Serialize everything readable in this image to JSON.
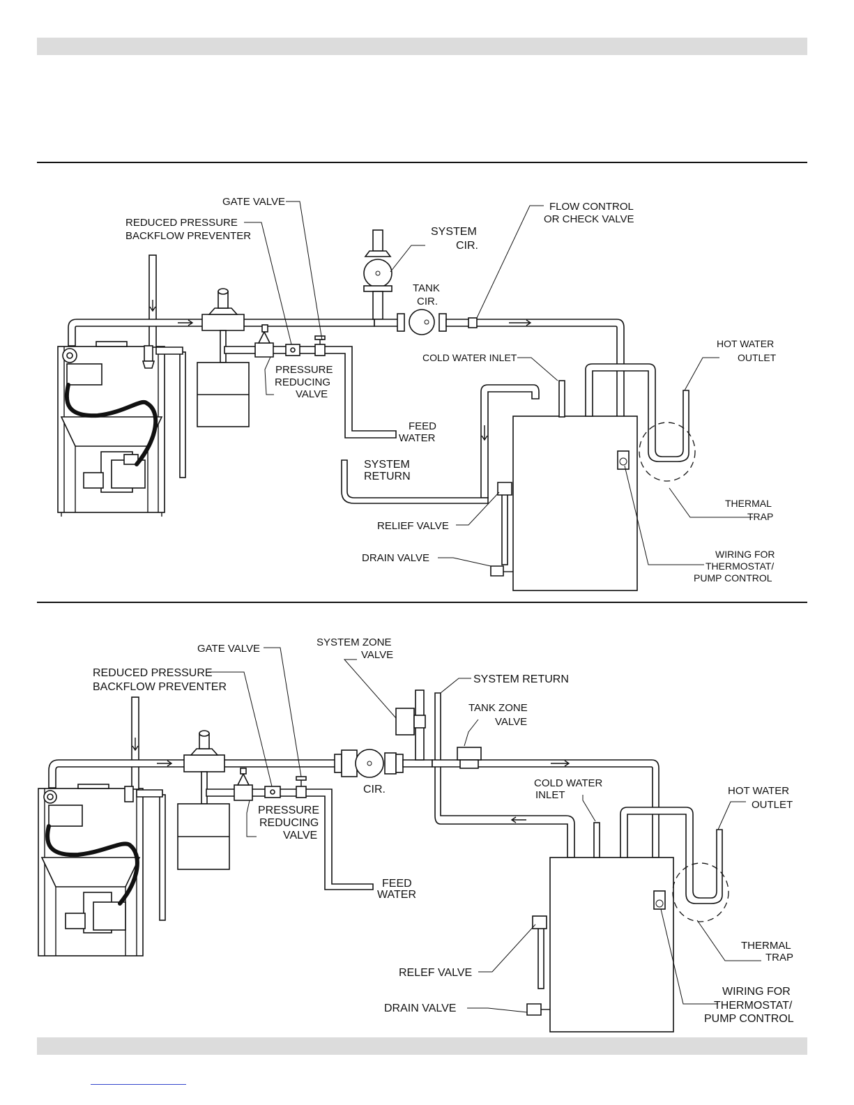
{
  "top_diagram": {
    "labels": {
      "gate_valve": "GATE VALVE",
      "backflow_1": "REDUCED PRESSURE",
      "backflow_2": "BACKFLOW PREVENTER",
      "system_cir_1": "SYSTEM",
      "system_cir_2": "CIR.",
      "tank_cir_1": "TANK",
      "tank_cir_2": "CIR.",
      "flow_control_1": "FLOW CONTROL",
      "flow_control_2": "OR CHECK VALVE",
      "cold_water_inlet": "COLD WATER INLET",
      "hot_water_1": "HOT WATER",
      "hot_water_2": "OUTLET",
      "prv_1": "PRESSURE",
      "prv_2": "REDUCING",
      "prv_3": "VALVE",
      "feed_1": "FEED",
      "feed_2": "WATER",
      "system_return_1": "SYSTEM",
      "system_return_2": "RETURN",
      "relief_valve": "RELIEF VALVE",
      "drain_valve": "DRAIN VALVE",
      "thermal_1": "THERMAL",
      "thermal_2": "TRAP",
      "wiring_1": "WIRING FOR",
      "wiring_2": "THERMOSTAT/",
      "wiring_3": "PUMP CONTROL"
    }
  },
  "bottom_diagram": {
    "labels": {
      "gate_valve": "GATE VALVE",
      "backflow_1": "REDUCED PRESSURE",
      "backflow_2": "BACKFLOW PREVENTER",
      "zone_valve_1": "SYSTEM ZONE",
      "zone_valve_2": "VALVE",
      "system_return": "SYSTEM RETURN",
      "tank_zone_1": "TANK ZONE",
      "tank_zone_2": "VALVE",
      "cold_inlet_1": "COLD WATER",
      "cold_inlet_2": "INLET",
      "hot_water_1": "HOT WATER",
      "hot_water_2": "OUTLET",
      "cir": "CIR.",
      "prv_1": "PRESSURE",
      "prv_2": "REDUCING",
      "prv_3": "VALVE",
      "feed_1": "FEED",
      "feed_2": "WATER",
      "thermal_1": "THERMAL",
      "thermal_2": "TRAP",
      "relief_valve": "RELEF VALVE",
      "drain_valve": "DRAIN VALVE",
      "wiring_1": "WIRING FOR",
      "wiring_2": "THERMOSTAT/",
      "wiring_3": "PUMP CONTROL"
    }
  }
}
